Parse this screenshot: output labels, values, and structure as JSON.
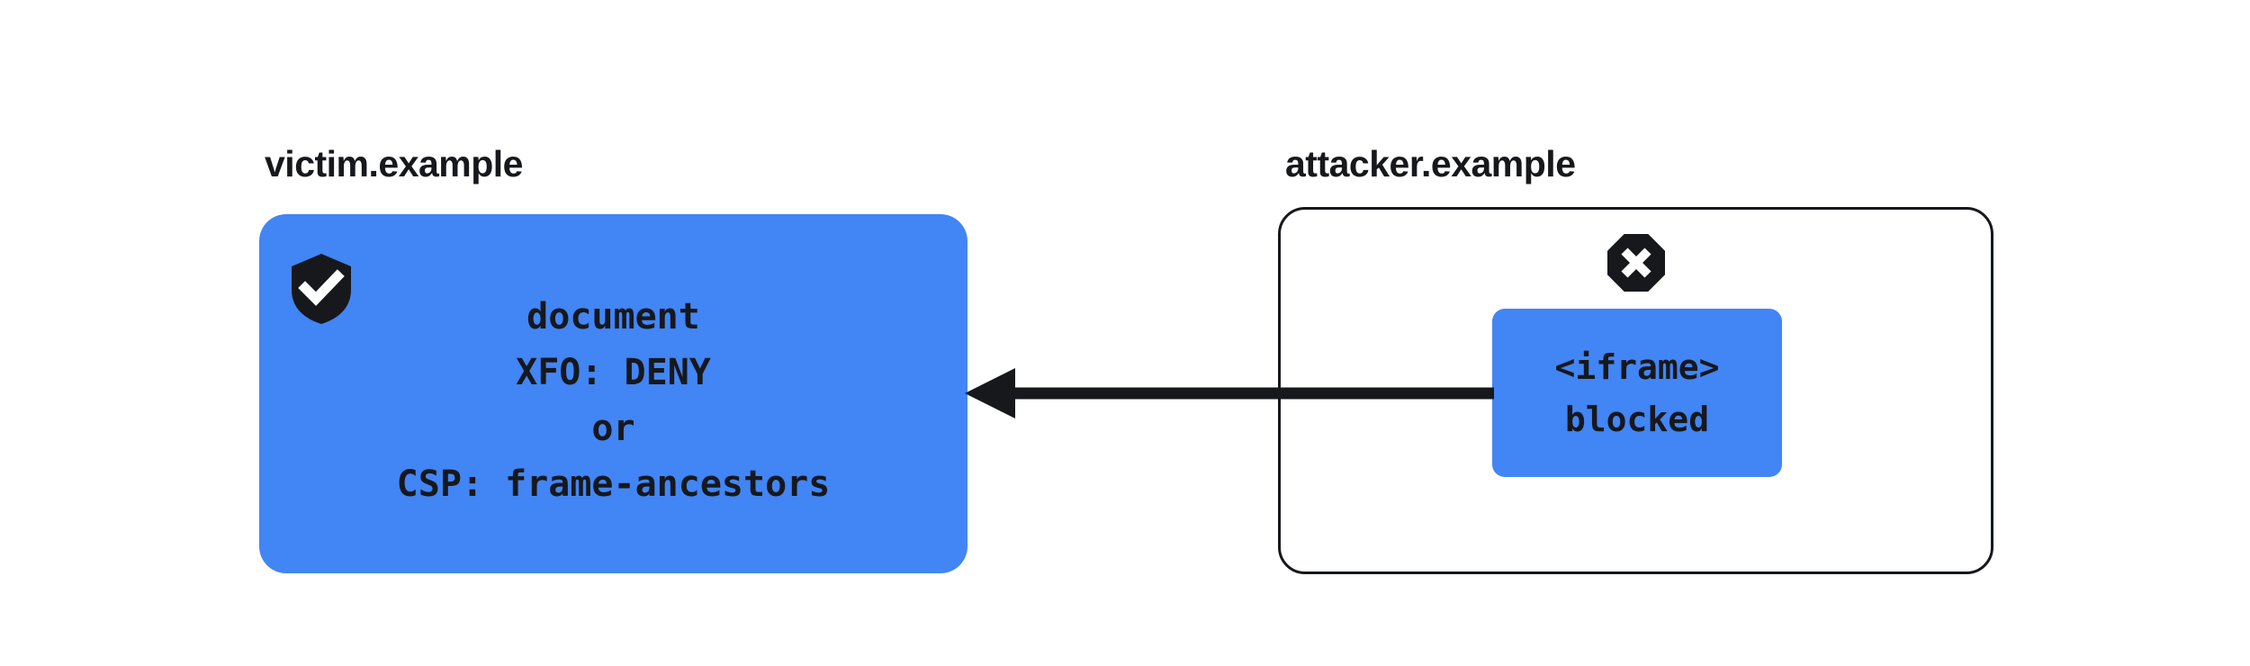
{
  "diagram": {
    "title_victim": "victim.example",
    "title_attacker": "attacker.example",
    "colors": {
      "panel_blue": "#4285F4",
      "ink": "#16181C",
      "background": "#FFFFFF"
    },
    "victim": {
      "label": "victim.example",
      "icon": "shield-check-icon",
      "lines": [
        "document",
        "XFO: DENY",
        "or",
        "CSP: frame-ancestors"
      ]
    },
    "attacker": {
      "label": "attacker.example",
      "icon": "octagon-x-blocked-icon",
      "iframe_lines": [
        "<iframe>",
        "blocked"
      ]
    },
    "arrow": {
      "name": "blocked-framing-arrow",
      "direction": "right-to-left",
      "from": "attacker.example iframe",
      "to": "victim.example document"
    }
  }
}
